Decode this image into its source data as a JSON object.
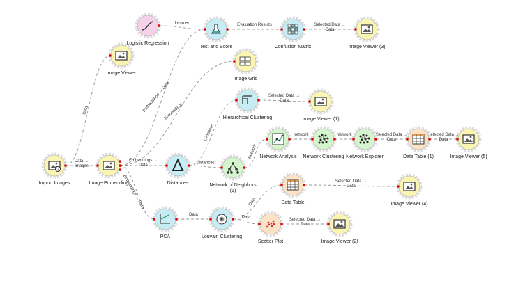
{
  "nodes": [
    {
      "id": "logreg",
      "label": "Logistic Regression",
      "icon": "logistic-regression-icon",
      "fill": "#f6d2ea",
      "glyph": "curve"
    },
    {
      "id": "imgview",
      "label": "Image Viewer",
      "icon": "image-viewer-icon",
      "fill": "#fbf5b4",
      "glyph": "image"
    },
    {
      "id": "testscore",
      "label": "Test and Score",
      "icon": "test-and-score-icon",
      "fill": "#c8ecf3",
      "glyph": "flask"
    },
    {
      "id": "confmat",
      "label": "Confusion Matrix",
      "icon": "confusion-matrix-icon",
      "fill": "#c8ecf3",
      "glyph": "grid"
    },
    {
      "id": "imgview3",
      "label": "Image Viewer (3)",
      "icon": "image-viewer-icon",
      "fill": "#fbf5b4",
      "glyph": "image"
    },
    {
      "id": "imggrid",
      "label": "Image Grid",
      "icon": "image-grid-icon",
      "fill": "#fbf5b4",
      "glyph": "imagegrid"
    },
    {
      "id": "hclust",
      "label": "Hierarchical Clustering",
      "icon": "hierarchical-clustering-icon",
      "fill": "#c8ecf3",
      "glyph": "dendro"
    },
    {
      "id": "imgview1",
      "label": "Image Viewer (1)",
      "icon": "image-viewer-icon",
      "fill": "#fbf5b4",
      "glyph": "image"
    },
    {
      "id": "netanal",
      "label": "Network Analysis",
      "icon": "network-analysis-icon",
      "fill": "#d4f5cd",
      "glyph": "netchart"
    },
    {
      "id": "netclust",
      "label": "Network Clustering",
      "icon": "network-clustering-icon",
      "fill": "#d4f5cd",
      "glyph": "dots"
    },
    {
      "id": "netexp",
      "label": "Network Explorer",
      "icon": "network-explorer-icon",
      "fill": "#d4f5cd",
      "glyph": "dots"
    },
    {
      "id": "dtable1",
      "label": "Data Table (1)",
      "icon": "data-table-icon",
      "fill": "#fde3c5",
      "glyph": "table"
    },
    {
      "id": "imgview5",
      "label": "Image Viewer (5)",
      "icon": "image-viewer-icon",
      "fill": "#fbf5b4",
      "glyph": "image"
    },
    {
      "id": "import",
      "label": "Import Images",
      "icon": "import-images-icon",
      "fill": "#fbf5b4",
      "glyph": "imageq"
    },
    {
      "id": "embed",
      "label": "Image Embedding",
      "icon": "image-embedding-icon",
      "fill": "#fbf5b4",
      "glyph": "image"
    },
    {
      "id": "dist",
      "label": "Distances",
      "icon": "distances-icon",
      "fill": "#c8ecf3",
      "glyph": "delta"
    },
    {
      "id": "neigh",
      "label": "Network of Neighbors\n(1)",
      "icon": "network-of-neighbors-icon",
      "fill": "#d4f5cd",
      "glyph": "tree"
    },
    {
      "id": "dtable",
      "label": "Data Table",
      "icon": "data-table-icon",
      "fill": "#fde3c5",
      "glyph": "table"
    },
    {
      "id": "imgview4",
      "label": "Image Viewer (4)",
      "icon": "image-viewer-icon",
      "fill": "#fbf5b4",
      "glyph": "image"
    },
    {
      "id": "pca",
      "label": "PCA",
      "icon": "pca-icon",
      "fill": "#c8ecf3",
      "glyph": "pca"
    },
    {
      "id": "louvain",
      "label": "Louvain Clustering",
      "icon": "louvain-clustering-icon",
      "fill": "#c8ecf3",
      "glyph": "louvain"
    },
    {
      "id": "scatter",
      "label": "Scatter Plot",
      "icon": "scatter-plot-icon",
      "fill": "#fde3c5",
      "glyph": "scatter"
    },
    {
      "id": "imgview2",
      "label": "Image Viewer (2)",
      "icon": "image-viewer-icon",
      "fill": "#fbf5b4",
      "glyph": "image"
    }
  ],
  "edges": [
    {
      "from": "logreg",
      "to": "testscore",
      "label": "Learner"
    },
    {
      "from": "testscore",
      "to": "confmat",
      "label": "Evaluation Results"
    },
    {
      "from": "confmat",
      "to": "imgview3",
      "label": "Selected Data → Data"
    },
    {
      "from": "import",
      "to": "imgview",
      "label": "Data"
    },
    {
      "from": "import",
      "to": "embed",
      "label": "Data → Images"
    },
    {
      "from": "embed",
      "to": "testscore",
      "label": "Embeddings → Data"
    },
    {
      "from": "embed",
      "to": "imggrid",
      "label": "Embeddings"
    },
    {
      "from": "embed",
      "to": "dist",
      "label": "Embeddings → Data"
    },
    {
      "from": "dist",
      "to": "hclust",
      "label": "Distances"
    },
    {
      "from": "hclust",
      "to": "imgview1",
      "label": "Selected Data → Data"
    },
    {
      "from": "dist",
      "to": "neigh",
      "label": "Distances"
    },
    {
      "from": "neigh",
      "to": "netanal",
      "label": "Network"
    },
    {
      "from": "netanal",
      "to": "netclust",
      "label": "Network"
    },
    {
      "from": "netclust",
      "to": "netexp",
      "label": "Network"
    },
    {
      "from": "netexp",
      "to": "dtable1",
      "label": "Selected Data → Data"
    },
    {
      "from": "dtable1",
      "to": "imgview5",
      "label": "Selected Data → Data"
    },
    {
      "from": "embed",
      "to": "pca",
      "label": "Embeddings → Data"
    },
    {
      "from": "pca",
      "to": "louvain",
      "label": "Data"
    },
    {
      "from": "louvain",
      "to": "dtable",
      "label": "Data"
    },
    {
      "from": "dtable",
      "to": "imgview4",
      "label": "Selected Data → Data"
    },
    {
      "from": "louvain",
      "to": "scatter",
      "label": "Data"
    },
    {
      "from": "scatter",
      "to": "imgview2",
      "label": "Selected Data → Data"
    }
  ]
}
